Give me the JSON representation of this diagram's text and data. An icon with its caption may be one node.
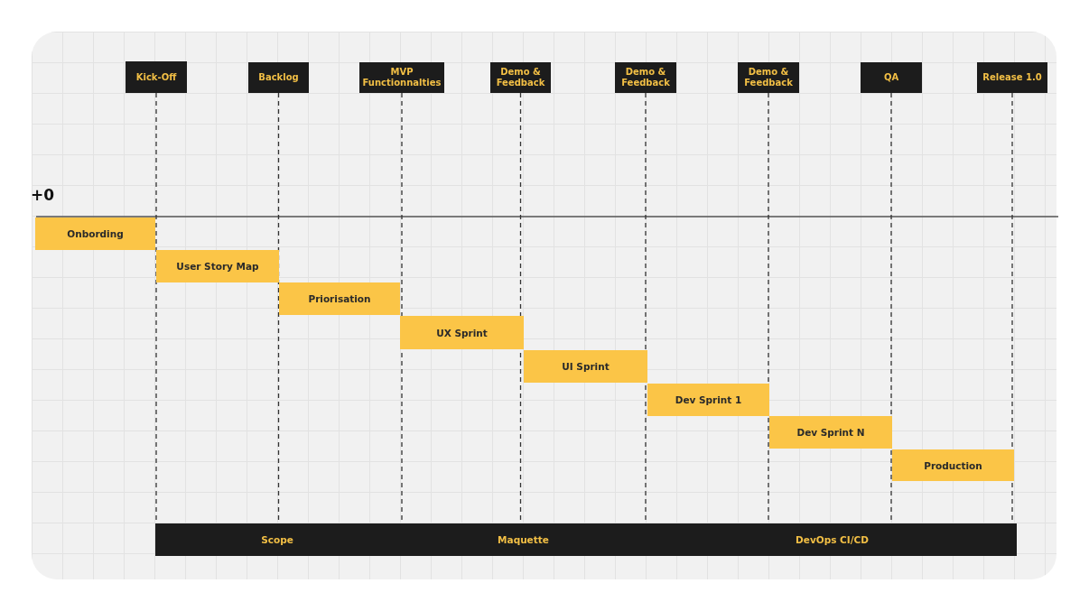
{
  "diagram": {
    "nodes": [
      {
        "text": [
          "Kick-Off"
        ]
      },
      {
        "text": [
          "Backlog"
        ]
      },
      {
        "text": [
          "MVP Functionnalties"
        ]
      },
      {
        "text": [
          "Demo & Feedback"
        ]
      },
      {
        "text": [
          "Demo & Feedback"
        ]
      },
      {
        "text": [
          "Demo & Feedback"
        ]
      },
      {
        "text": [
          "QA"
        ]
      },
      {
        "text": [
          "Release 1.0"
        ]
      },
      {
        "text": [
          "Onbording"
        ]
      },
      {
        "text": [
          "User Story Map"
        ]
      },
      {
        "text": [
          "Priorisation"
        ]
      },
      {
        "text": [
          "UX Sprint"
        ]
      },
      {
        "text": [
          "UI Sprint"
        ]
      },
      {
        "text": [
          "Dev Sprint 1"
        ]
      },
      {
        "text": [
          "Dev Sprint N"
        ]
      },
      {
        "text": [
          "Production"
        ]
      },
      {
        "text": [
          "Scope"
        ]
      },
      {
        "text": [
          "Maquette"
        ]
      },
      {
        "text": [
          "DevOps CI/CD"
        ]
      }
    ],
    "edges": [
      {
        "from": 0,
        "to": 16,
        "arrow": "none",
        "style": "dashed"
      },
      {
        "from": 1,
        "to": 16,
        "arrow": "none",
        "style": "dashed"
      },
      {
        "from": 2,
        "to": 17,
        "arrow": "none",
        "style": "dashed"
      },
      {
        "from": 3,
        "to": 17,
        "arrow": "none",
        "style": "dashed"
      },
      {
        "from": 4,
        "to": 17,
        "arrow": "none",
        "style": "dashed"
      },
      {
        "from": 5,
        "to": 18,
        "arrow": "none",
        "style": "dashed"
      },
      {
        "from": 6,
        "to": 18,
        "arrow": "none",
        "style": "dashed"
      },
      {
        "from": 7,
        "to": 18,
        "arrow": "none",
        "style": "dashed"
      }
    ],
    "labels": [
      "+0"
    ]
  }
}
